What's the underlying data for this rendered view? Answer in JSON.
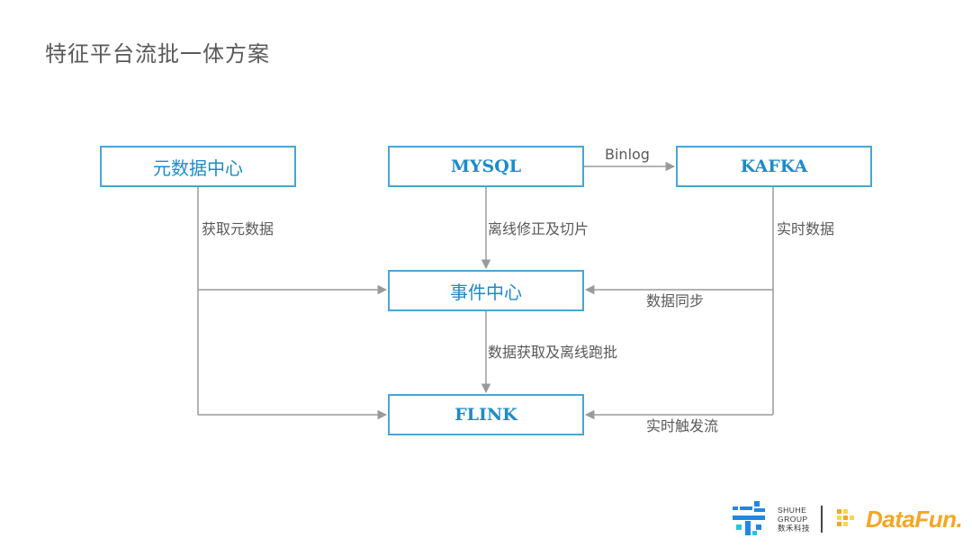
{
  "title": "特征平台流批一体方案",
  "nodes": {
    "metadata_center": "元数据中心",
    "mysql": "MYSQL",
    "kafka": "KAFKA",
    "event_center": "事件中心",
    "flink": "FLINK"
  },
  "edges": {
    "binlog": "Binlog",
    "get_metadata": "获取元数据",
    "offline_fix_slice": "离线修正及切片",
    "realtime_data": "实时数据",
    "data_sync": "数据同步",
    "data_fetch_offline_batch": "数据获取及离线跑批",
    "realtime_trigger_stream": "实时触发流"
  },
  "footer": {
    "shuhe_line1": "SHUHE",
    "shuhe_line2": "GROUP",
    "shuhe_line3": "数禾科技",
    "datafun": "DataFun."
  },
  "colors": {
    "box_border": "#45a6d6",
    "box_text": "#1d8bc8",
    "arrow": "#9a9a9a",
    "label_text": "#595959",
    "datafun_orange": "#f5a623",
    "shuhe_blue": "#1e88e5"
  }
}
